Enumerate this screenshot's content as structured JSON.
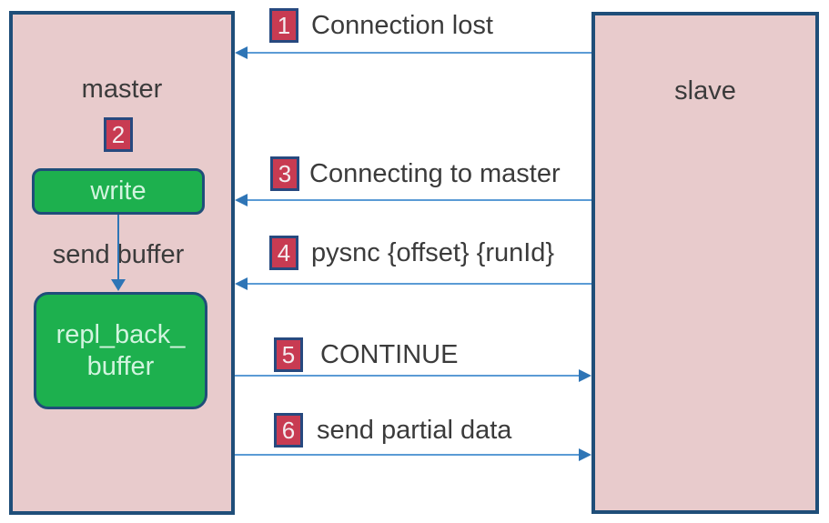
{
  "diagram": {
    "type": "sequence-flow",
    "master": {
      "label": "master",
      "step_badge": "2",
      "write_box_label": "write",
      "send_buffer_label": "send buffer",
      "repl_buffer_line1": "repl_back_",
      "repl_buffer_line2": "buffer"
    },
    "slave": {
      "label": "slave"
    },
    "messages": [
      {
        "num": "1",
        "label": "Connection lost",
        "direction": "slave-to-master"
      },
      {
        "num": "3",
        "label": "Connecting to master",
        "direction": "slave-to-master"
      },
      {
        "num": "4",
        "label": "pysnc {offset} {runId}",
        "direction": "slave-to-master"
      },
      {
        "num": "5",
        "label": "CONTINUE",
        "direction": "master-to-slave"
      },
      {
        "num": "6",
        "label": "send partial data",
        "direction": "master-to-slave"
      }
    ],
    "colors": {
      "node_fill": "#e8cbcc",
      "node_border": "#1f4e79",
      "green_fill": "#1db04e",
      "green_text": "#d2f4df",
      "badge_fill": "#c83b52",
      "badge_border": "#27497f",
      "badge_text": "#f4edf0",
      "arrow_line": "#5b9bd5",
      "arrow_head": "#2e75b6",
      "label_text": "#3b3b3b"
    }
  }
}
